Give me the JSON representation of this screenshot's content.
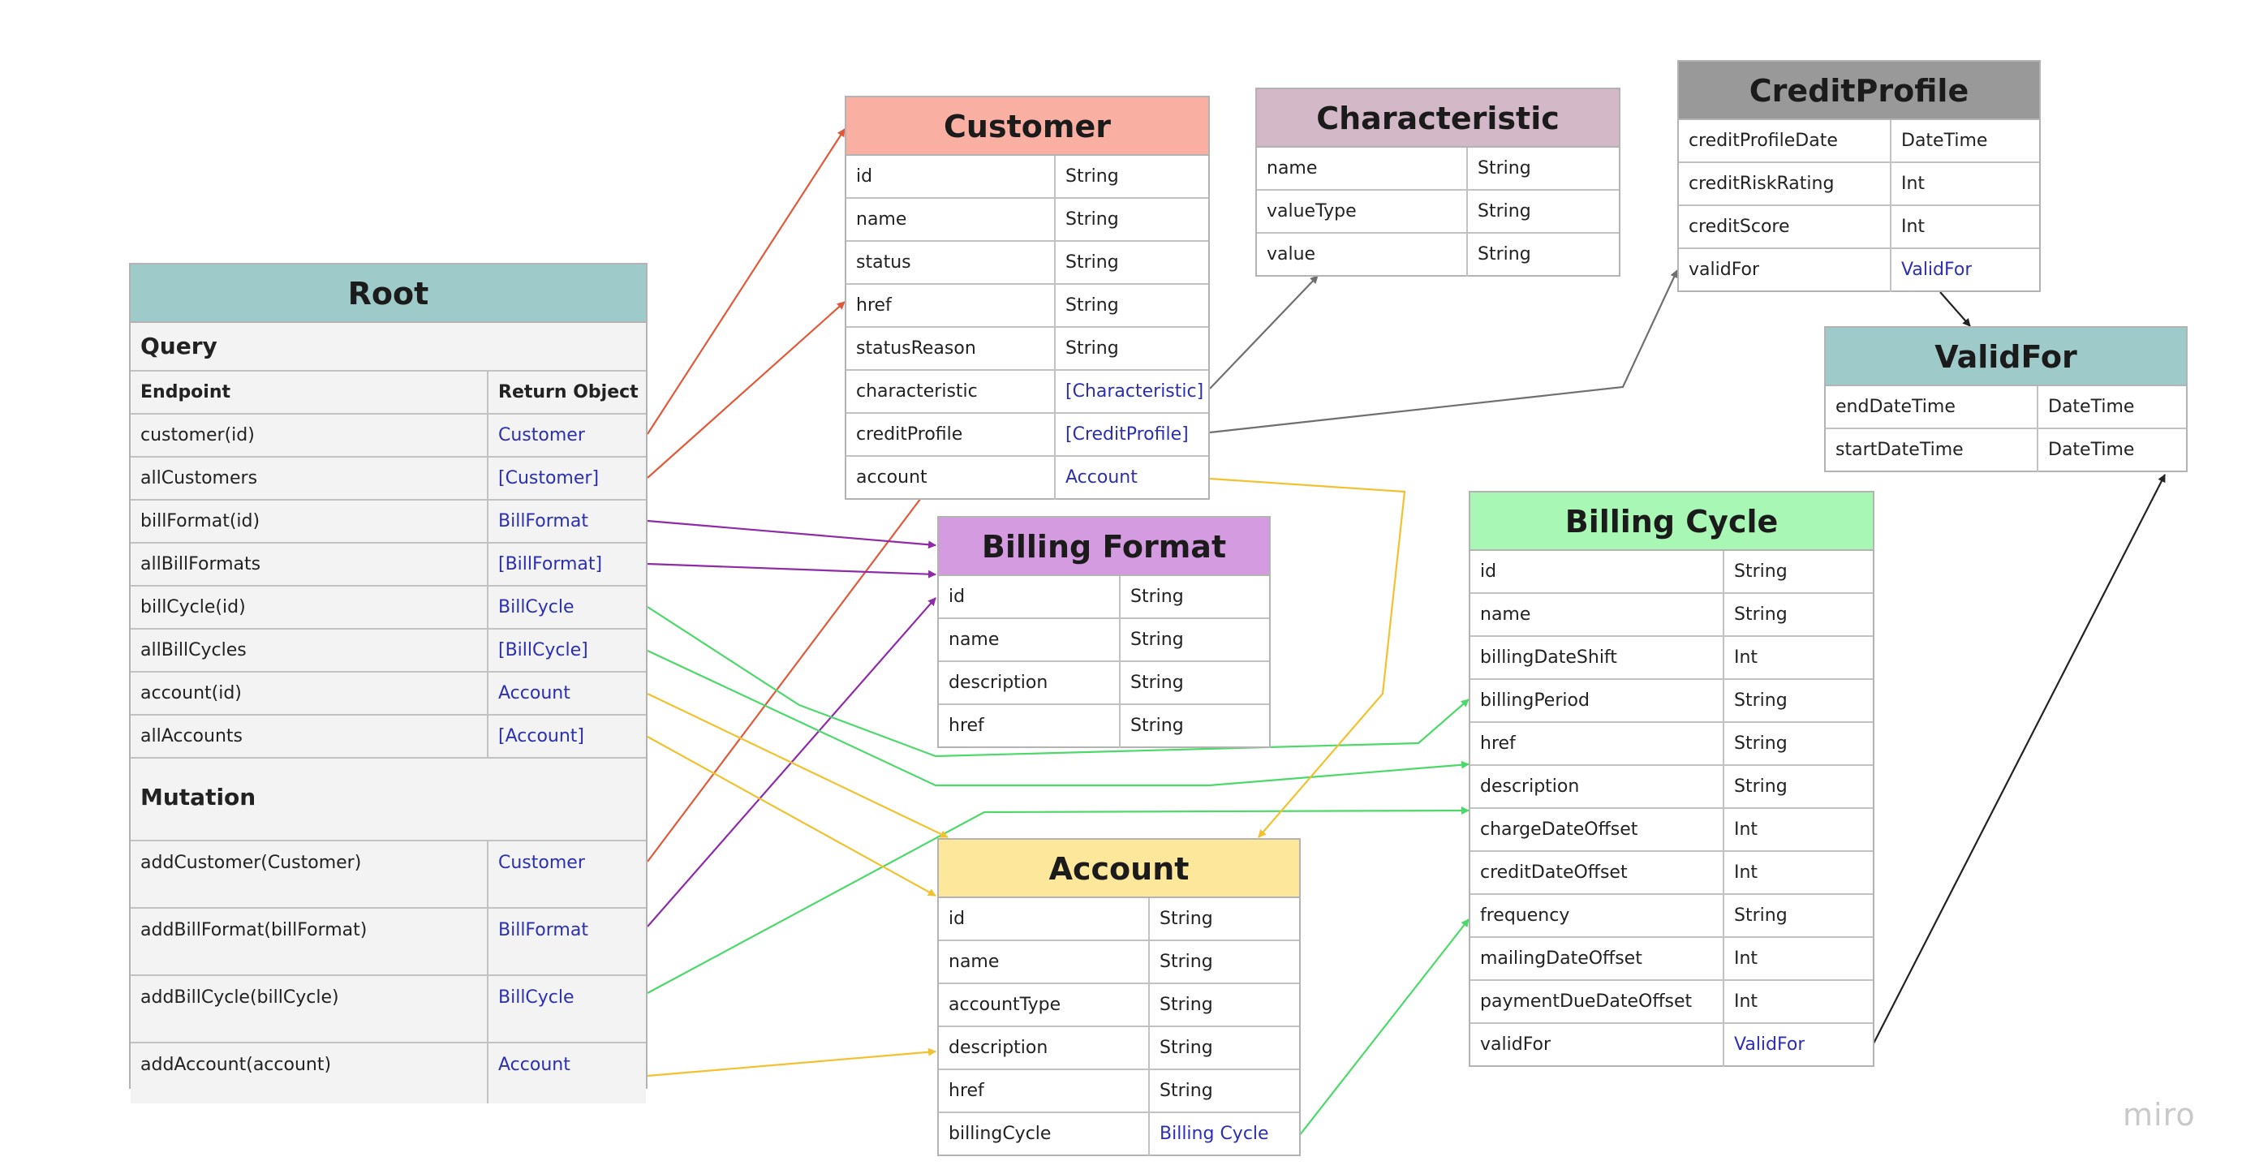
{
  "colors": {
    "root": "#9ecac9",
    "customer": "#f9b0a3",
    "characteristic": "#d3b8c8",
    "credit_profile": "#999999",
    "valid_for": "#9ecac9",
    "billing_format": "#d49be0",
    "billing_cycle": "#a9f7b4",
    "account": "#fde79b",
    "link_text": "#2b2fb0",
    "arrow_red": "#e05a3a",
    "arrow_purple": "#8e2ba8",
    "arrow_green": "#4cd96a",
    "arrow_yellow": "#f2c12e",
    "arrow_gray": "#6f6f6f",
    "arrow_black": "#222222"
  },
  "root": {
    "title": "Root",
    "query_label": "Query",
    "header": {
      "endpoint": "Endpoint",
      "return": "Return Object"
    },
    "query_rows": [
      {
        "endpoint": "customer(id)",
        "return": "Customer"
      },
      {
        "endpoint": "allCustomers",
        "return": "[Customer]"
      },
      {
        "endpoint": "billFormat(id)",
        "return": "BillFormat"
      },
      {
        "endpoint": "allBillFormats",
        "return": "[BillFormat]"
      },
      {
        "endpoint": "billCycle(id)",
        "return": "BillCycle"
      },
      {
        "endpoint": "allBillCycles",
        "return": "[BillCycle]"
      },
      {
        "endpoint": "account(id)",
        "return": "Account"
      },
      {
        "endpoint": "allAccounts",
        "return": "[Account]"
      }
    ],
    "mutation_label": "Mutation",
    "mutation_rows": [
      {
        "endpoint": "addCustomer(Customer)",
        "return": "Customer"
      },
      {
        "endpoint": "addBillFormat(billFormat)",
        "return": "BillFormat"
      },
      {
        "endpoint": "addBillCycle(billCycle)",
        "return": "BillCycle"
      },
      {
        "endpoint": "addAccount(account)",
        "return": "Account"
      }
    ]
  },
  "customer": {
    "title": "Customer",
    "fields": [
      {
        "name": "id",
        "type": "String"
      },
      {
        "name": "name",
        "type": "String"
      },
      {
        "name": "status",
        "type": "String"
      },
      {
        "name": "href",
        "type": "String"
      },
      {
        "name": "statusReason",
        "type": "String"
      },
      {
        "name": "characteristic",
        "type": "[Characteristic]"
      },
      {
        "name": "creditProfile",
        "type": "[CreditProfile]"
      },
      {
        "name": "account",
        "type": "Account"
      }
    ]
  },
  "characteristic": {
    "title": "Characteristic",
    "fields": [
      {
        "name": "name",
        "type": "String"
      },
      {
        "name": "valueType",
        "type": "String"
      },
      {
        "name": "value",
        "type": "String"
      }
    ]
  },
  "credit_profile": {
    "title": "CreditProfile",
    "fields": [
      {
        "name": "creditProfileDate",
        "type": "DateTime"
      },
      {
        "name": "creditRiskRating",
        "type": "Int"
      },
      {
        "name": "creditScore",
        "type": "Int"
      },
      {
        "name": "validFor",
        "type": "ValidFor"
      }
    ]
  },
  "valid_for": {
    "title": "ValidFor",
    "fields": [
      {
        "name": "endDateTime",
        "type": "DateTime"
      },
      {
        "name": "startDateTime",
        "type": "DateTime"
      }
    ]
  },
  "billing_format": {
    "title": "Billing Format",
    "fields": [
      {
        "name": "id",
        "type": "String"
      },
      {
        "name": "name",
        "type": "String"
      },
      {
        "name": "description",
        "type": "String"
      },
      {
        "name": "href",
        "type": "String"
      }
    ]
  },
  "billing_cycle": {
    "title": "Billing Cycle",
    "fields": [
      {
        "name": "id",
        "type": "String"
      },
      {
        "name": "name",
        "type": "String"
      },
      {
        "name": "billingDateShift",
        "type": "Int"
      },
      {
        "name": "billingPeriod",
        "type": "String"
      },
      {
        "name": "href",
        "type": "String"
      },
      {
        "name": "description",
        "type": "String"
      },
      {
        "name": "chargeDateOffset",
        "type": "Int"
      },
      {
        "name": "creditDateOffset",
        "type": "Int"
      },
      {
        "name": "frequency",
        "type": "String"
      },
      {
        "name": "mailingDateOffset",
        "type": "Int"
      },
      {
        "name": "paymentDueDateOffset",
        "type": "Int"
      },
      {
        "name": "validFor",
        "type": "ValidFor"
      }
    ]
  },
  "account": {
    "title": "Account",
    "fields": [
      {
        "name": "id",
        "type": "String"
      },
      {
        "name": "name",
        "type": "String"
      },
      {
        "name": "accountType",
        "type": "String"
      },
      {
        "name": "description",
        "type": "String"
      },
      {
        "name": "href",
        "type": "String"
      },
      {
        "name": "billingCycle",
        "type": "Billing Cycle"
      }
    ]
  },
  "watermark": "miro"
}
